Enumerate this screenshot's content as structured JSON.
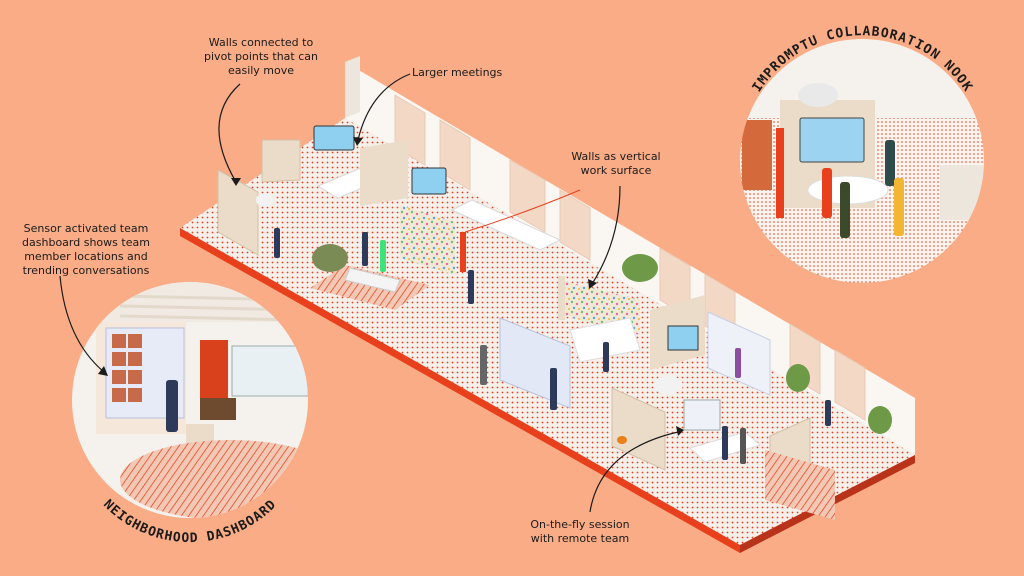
{
  "palette": {
    "background": "#F9AC86",
    "accent": "#E8401C",
    "floor": "#F6F2EE",
    "wall": "#EFE7DC",
    "wood": "#E9D6BF",
    "ink": "#1B1B1B"
  },
  "callouts": {
    "walls_pivot": "Walls connected to\npivot points that can\neasily move",
    "larger_meetings": "Larger meetings",
    "walls_vertical": "Walls as vertical\nwork surface",
    "sensor_dashboard": "Sensor activated team\ndashboard shows team\nmember locations and\ntrending conversations",
    "on_the_fly": "On-the-fly session\nwith remote team"
  },
  "insets": {
    "collaboration_nook": "IMPROMPTU COLLABORATION NOOK",
    "neighborhood_dashboard": "NEIGHBORHOOD DASHBOARD"
  }
}
